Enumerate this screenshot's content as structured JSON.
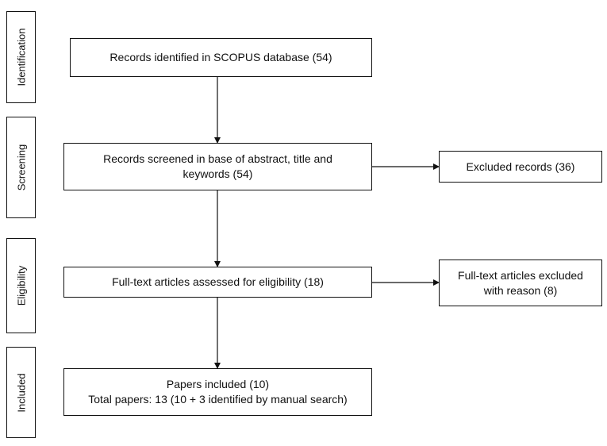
{
  "stages": [
    {
      "id": "identification",
      "label": "Identification"
    },
    {
      "id": "screening",
      "label": "Screening"
    },
    {
      "id": "eligibility",
      "label": "Eligibility"
    },
    {
      "id": "included",
      "label": "Included"
    }
  ],
  "boxes": {
    "identified": {
      "lines": [
        "Records identified in SCOPUS database (54)"
      ]
    },
    "screened": {
      "lines": [
        "Records screened in base of abstract, title and",
        "keywords (54)"
      ]
    },
    "excluded": {
      "lines": [
        "Excluded records (36)"
      ]
    },
    "fulltext": {
      "lines": [
        "Full-text articles assessed for eligibility  (18)"
      ]
    },
    "fulltext_excluded": {
      "lines": [
        "Full-text articles excluded",
        "with reason (8)"
      ]
    },
    "included": {
      "lines": [
        "Papers included (10)",
        "Total papers: 13 (10 + 3 identified by manual search)"
      ]
    }
  },
  "colors": {
    "line": "#111111",
    "background": "#ffffff"
  }
}
